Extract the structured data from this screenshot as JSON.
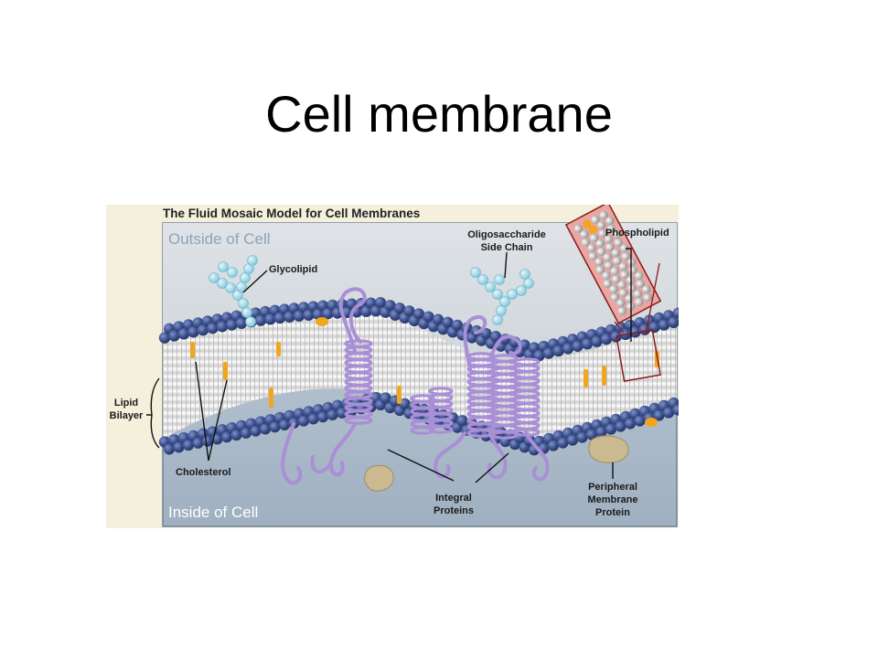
{
  "slide": {
    "title": "Cell membrane"
  },
  "figure": {
    "title": "The Fluid Mosaic Model for Cell Membranes",
    "regions": {
      "outside": "Outside of Cell",
      "inside": "Inside of Cell"
    },
    "labels": {
      "glycolipid": "Glycolipid",
      "oligosaccharide_1": "Oligosaccharide",
      "oligosaccharide_2": "Side Chain",
      "phospholipid": "Phospholipid",
      "lipid_1": "Lipid",
      "lipid_2": "Bilayer",
      "cholesterol": "Cholesterol",
      "integral_1": "Integral",
      "integral_2": "Proteins",
      "peripheral_1": "Peripheral",
      "peripheral_2": "Membrane",
      "peripheral_3": "Protein"
    },
    "colors": {
      "outside_bg": "#d9dde2",
      "inside_bg": "#aebccb",
      "head": "#3b4e8c",
      "tail": "#f3f3f3",
      "cholesterol": "#f2a51f",
      "protein": "#a98fd6",
      "carbohydrate": "#9fd8e6",
      "peripheral": "#cbb98f",
      "highlight": "#8b1a1a"
    }
  }
}
